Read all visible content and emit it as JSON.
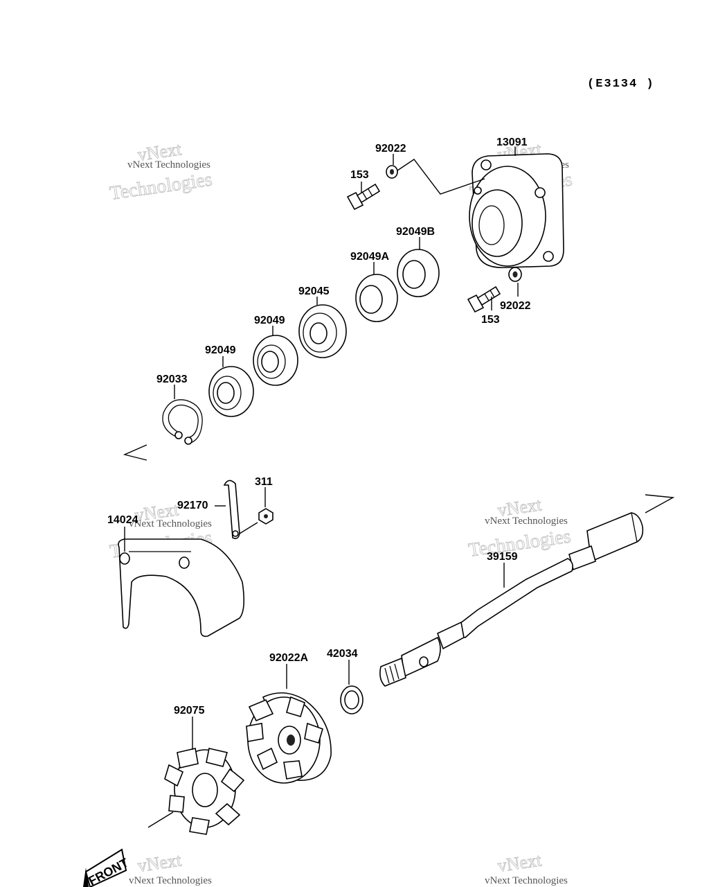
{
  "diagram_code": "(E3134 )",
  "watermark": {
    "line1": "vNext",
    "line2": "Technologies",
    "small": "vNext Technologies"
  },
  "front_label": "FRONT",
  "parts": [
    {
      "id": "p13091",
      "label": "13091"
    },
    {
      "id": "p92022_top",
      "label": "92022"
    },
    {
      "id": "p153_top",
      "label": "153"
    },
    {
      "id": "p92049B",
      "label": "92049B"
    },
    {
      "id": "p92049A",
      "label": "92049A"
    },
    {
      "id": "p92045",
      "label": "92045"
    },
    {
      "id": "p92049_a",
      "label": "92049"
    },
    {
      "id": "p92049_b",
      "label": "92049"
    },
    {
      "id": "p92033",
      "label": "92033"
    },
    {
      "id": "p92022_bot",
      "label": "92022"
    },
    {
      "id": "p153_bot",
      "label": "153"
    },
    {
      "id": "p311",
      "label": "311"
    },
    {
      "id": "p92170",
      "label": "92170"
    },
    {
      "id": "p14024",
      "label": "14024"
    },
    {
      "id": "p39159",
      "label": "39159"
    },
    {
      "id": "p42034",
      "label": "42034"
    },
    {
      "id": "p92022A",
      "label": "92022A"
    },
    {
      "id": "p92075",
      "label": "92075"
    }
  ]
}
